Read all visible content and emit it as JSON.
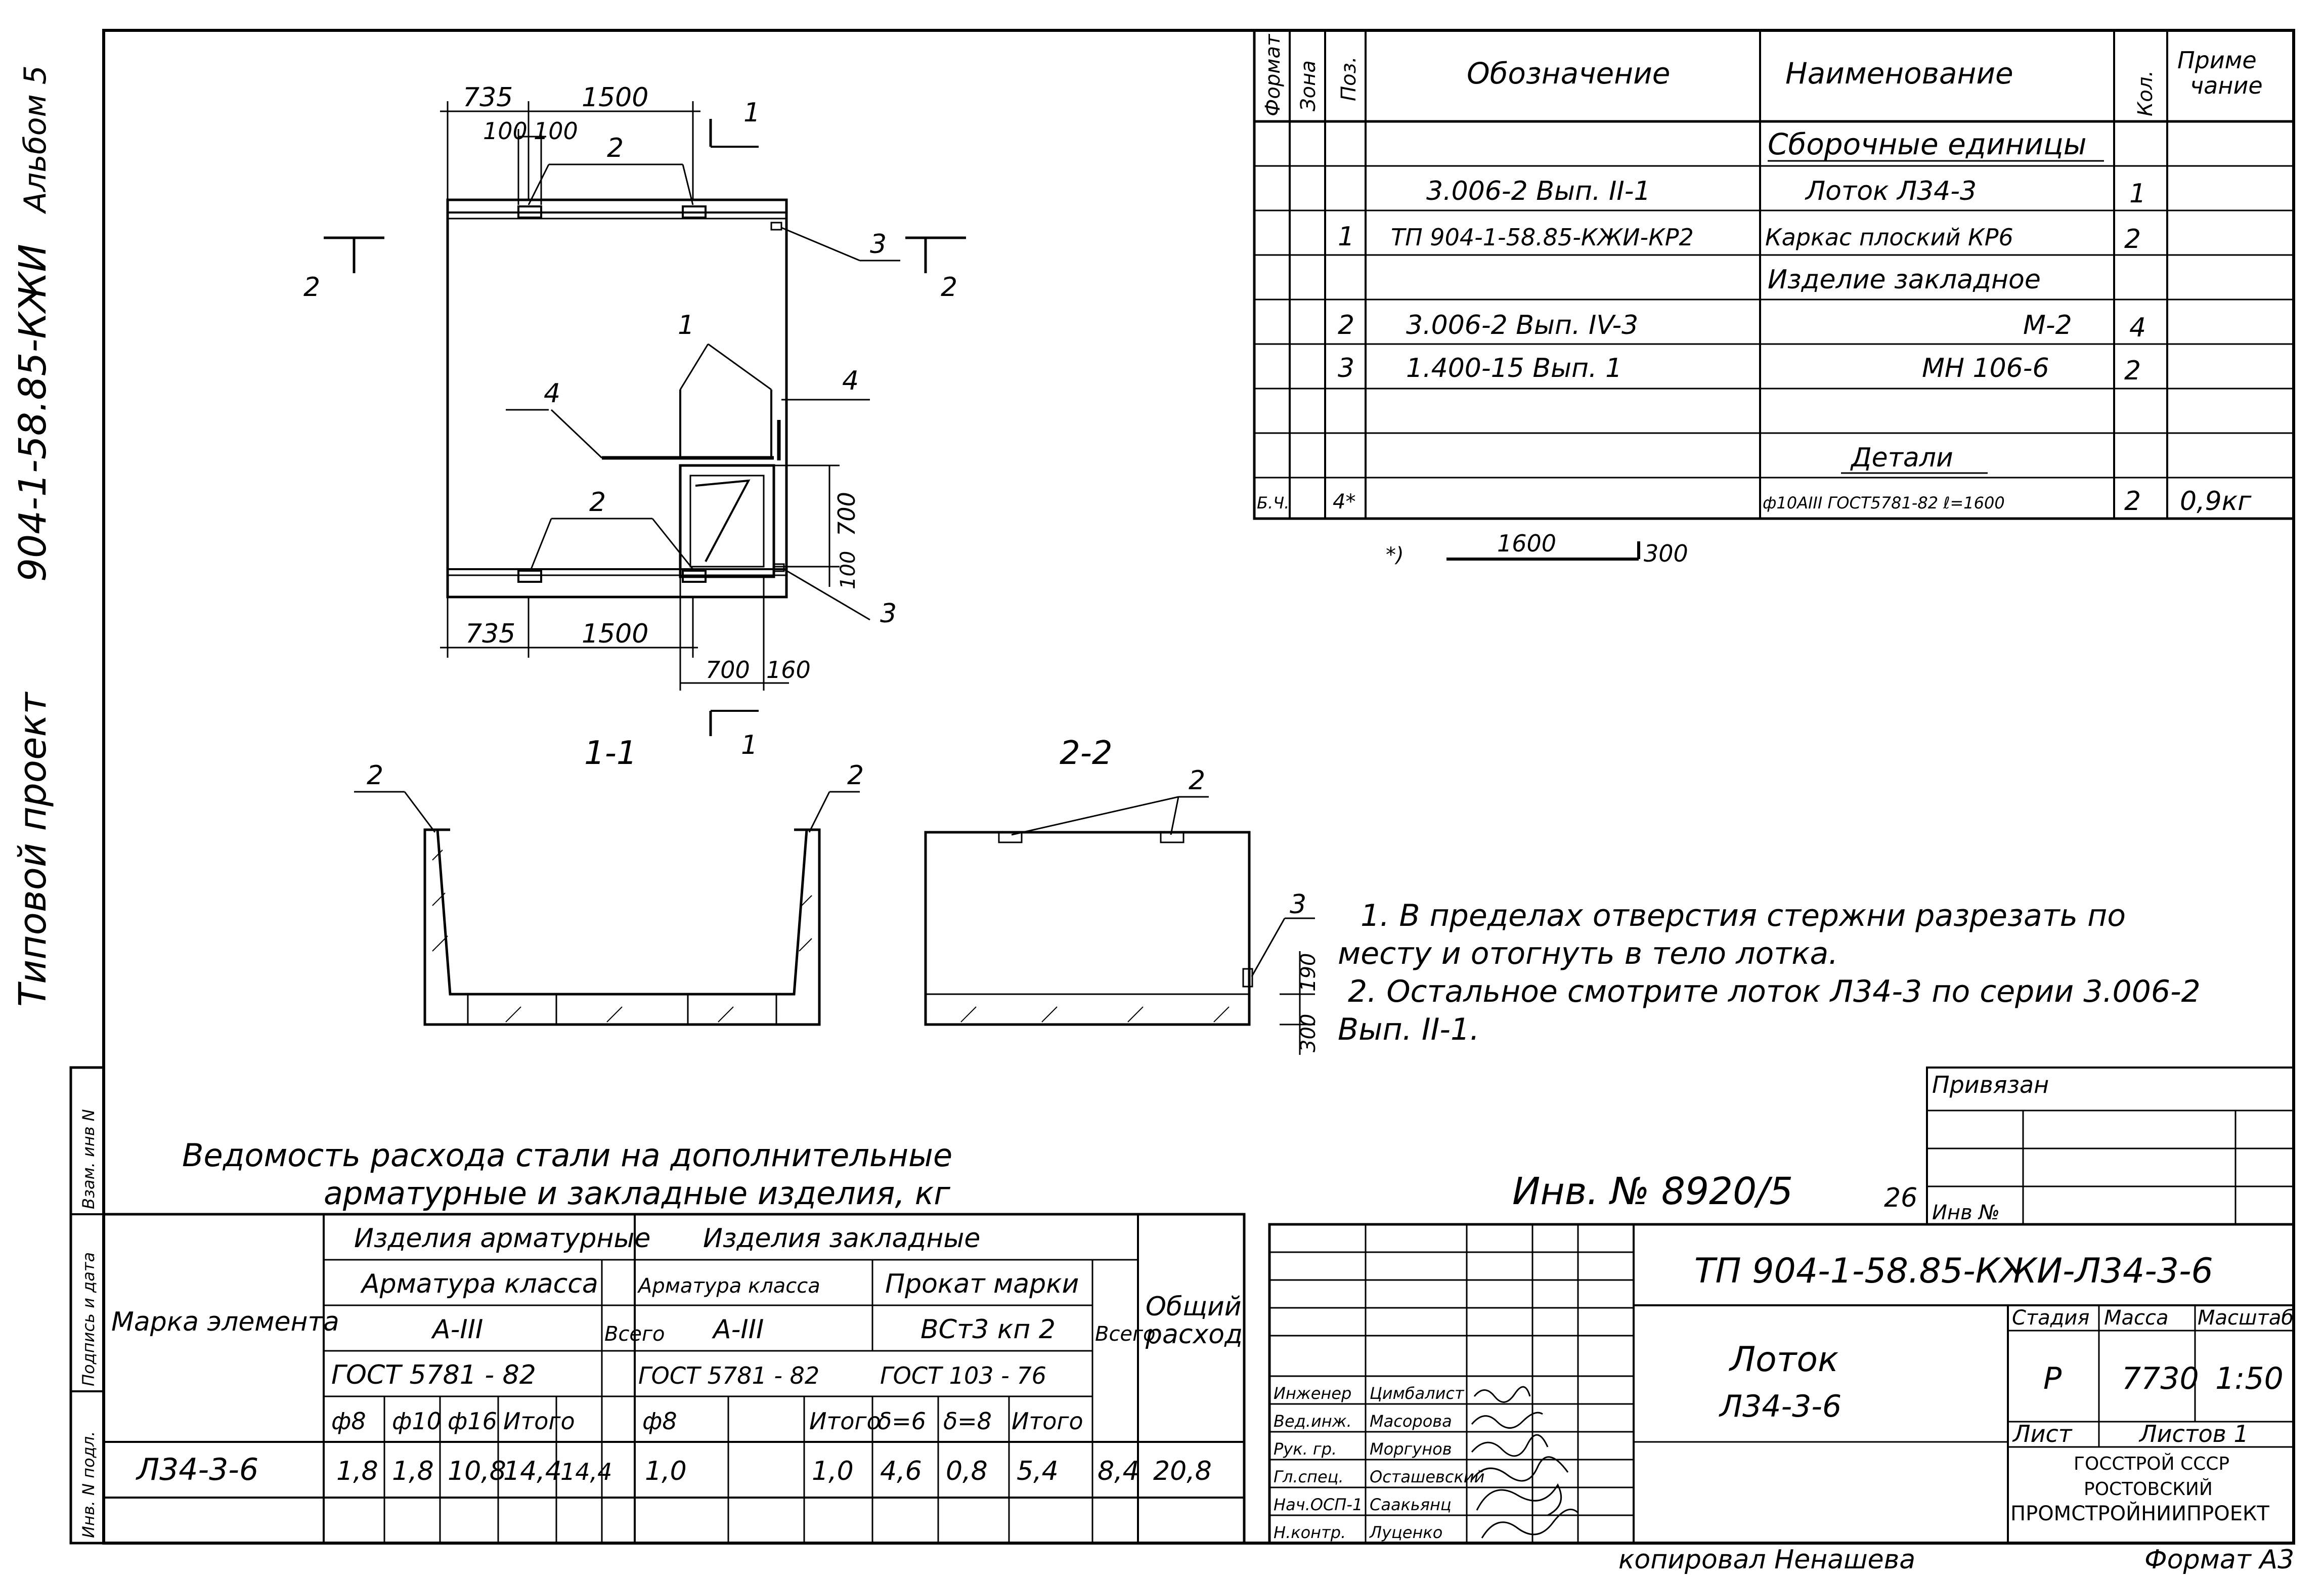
{
  "side_label": {
    "prefix": "Типовой проект",
    "code": "904-1-58.85-КЖИ",
    "album": "Альбом 5"
  },
  "plan": {
    "dims_top": [
      "735",
      "1500",
      "100",
      "100"
    ],
    "dims_bottom": [
      "735",
      "1500",
      "700",
      "160"
    ],
    "dims_right": [
      "700",
      "100"
    ],
    "callouts": {
      "c2_top": "2",
      "c2_mid": "2",
      "c3_top": "3",
      "c3_bot": "3",
      "c4_left": "4",
      "c4_right": "4",
      "c1": "1"
    },
    "section_marks": {
      "s1_top": "1",
      "s1_bottom": "1",
      "s2_left": "2",
      "s2_right": "2"
    }
  },
  "spec_table": {
    "headers": {
      "format": "Формат",
      "zone": "Зона",
      "pos": "Поз.",
      "designation": "Обозначение",
      "name": "Наименование",
      "qty": "Кол.",
      "note_line1": "Приме",
      "note_line2": "чание"
    },
    "rows": [
      {
        "f": "",
        "pos": "",
        "designation": "",
        "name": "Сборочные единицы",
        "qty": "",
        "note": ""
      },
      {
        "f": "",
        "pos": "",
        "designation": "3.006-2 Вып. II-1",
        "name": "Лоток Л34-3",
        "qty": "1",
        "note": ""
      },
      {
        "f": "",
        "pos": "1",
        "designation": "ТП 904-1-58.85-КЖИ-КР2",
        "name": "Каркас плоский КР6",
        "qty": "2",
        "note": ""
      },
      {
        "f": "",
        "pos": "",
        "designation": "",
        "name": "Изделие закладное",
        "qty": "",
        "note": ""
      },
      {
        "f": "",
        "pos": "2",
        "designation": "3.006-2 Вып. IV-3",
        "name": "М-2",
        "qty": "4",
        "note": ""
      },
      {
        "f": "",
        "pos": "3",
        "designation": "1.400-15 Вып. 1",
        "name": "МН 106-6",
        "qty": "2",
        "note": ""
      },
      {
        "f": "",
        "pos": "",
        "designation": "",
        "name": "",
        "qty": "",
        "note": ""
      },
      {
        "f": "",
        "pos": "",
        "designation": "",
        "name": "Детали",
        "qty": "",
        "note": ""
      },
      {
        "f": "Б.Ч.",
        "pos": "4*",
        "designation": "",
        "name": "ф10АIII ГОСТ5781-82 ℓ=1600",
        "qty": "2",
        "note": "0,9кг"
      }
    ],
    "footnote": {
      "mark": "*)",
      "dim1": "1600",
      "dim2": "300"
    }
  },
  "sections": {
    "s11_title": "1-1",
    "s22_title": "2-2",
    "s11_callout_left": "2",
    "s11_callout_right": "2",
    "s22_callout": "2",
    "s22_callout3": "3",
    "s22_dims": [
      "190",
      "300"
    ]
  },
  "notes": {
    "line1": "1. В пределах отверстия стержни разрезать по",
    "line2": "месту и отогнуть в тело лотка.",
    "line3": "2. Остальное смотрите лоток Л34-3 по серии 3.006-2",
    "line4": "Вып. II-1."
  },
  "steel": {
    "title_line1": "Ведомость расхода стали на дополнительные",
    "title_line2": "арматурные и закладные изделия, кг",
    "h_mark": "Марка элемента",
    "h_armatura_izd": "Изделия арматурные",
    "h_zaklad_izd": "Изделия закладные",
    "h_arm_class": "Арматура класса",
    "h_arm_class2": "Арматура класса",
    "h_prokat": "Прокат марки",
    "h_a3": "А-III",
    "h_a3b": "А-III",
    "h_vst3": "ВСт3 кп 2",
    "h_gost1": "ГОСТ 5781 - 82",
    "h_gost2": "ГОСТ 5781 - 82",
    "h_gost3": "ГОСТ 103 - 76",
    "h_vsego1": "Всего",
    "h_vsego2": "Всего",
    "h_total_line1": "Общий",
    "h_total_line2": "расход",
    "sub": [
      "ф8",
      "ф10",
      "ф16",
      "Итого",
      "ф8",
      "",
      "Итого",
      "δ=6",
      "δ=8",
      "Итого"
    ],
    "row": {
      "mark": "Л34-3-6",
      "vals": [
        "1,8",
        "1,8",
        "10,8",
        "14,4",
        "14,4",
        "1,0",
        "",
        "1,0",
        "4,6",
        "0,8",
        "5,4",
        "8,4",
        "20,8"
      ]
    }
  },
  "left_strip": [
    "Инв. N подл.",
    "Подпись и дата",
    "Взам. инв N"
  ],
  "title_block": {
    "inv": "Инв. № 8920/5",
    "page": "26",
    "privyazan": "Привязан",
    "inv_no": "Инв №",
    "code": "ТП 904-1-58.85-КЖИ-Л34-3-6",
    "name_line1": "Лоток",
    "name_line2": "Л34-3-6",
    "stage_h": "Стадия",
    "mass_h": "Масса",
    "scale_h": "Масштаб",
    "stage": "Р",
    "mass": "7730",
    "scale": "1:50",
    "sheet_h": "Лист",
    "sheets_h": "Листов 1",
    "org1": "ГОССТРОЙ СССР",
    "org2": "РОСТОВСКИЙ",
    "org3": "ПРОМСТРОЙНИИПРОЕКТ",
    "people": [
      {
        "role": "Инженер",
        "name": "Цимбалист"
      },
      {
        "role": "Вед.инж.",
        "name": "Масорова"
      },
      {
        "role": "Рук. гр.",
        "name": "Моргунов"
      },
      {
        "role": "Гл.спец.",
        "name": "Осташевский"
      },
      {
        "role": "Нач.ОСП-1",
        "name": "Саакьянц"
      },
      {
        "role": "Н.контр.",
        "name": "Луценко"
      }
    ],
    "copied": "копировал Ненашева",
    "format": "Формат А3"
  }
}
